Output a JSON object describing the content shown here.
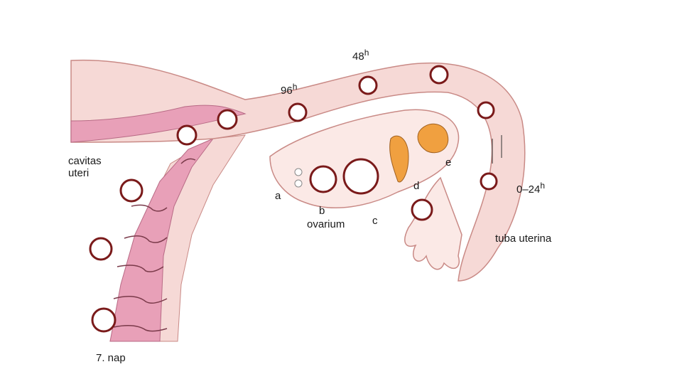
{
  "labels": {
    "cavitas_uteri_1": "cavitas",
    "cavitas_uteri_2": "uteri",
    "day7": "7. nap",
    "a": "a",
    "b": "b",
    "c": "c",
    "d": "d",
    "e": "e",
    "ovarium": "ovarium",
    "tuba_uterina": "tuba uterina",
    "t_48": "48",
    "t_96": "96",
    "t_0_24": "0–24",
    "hour_sup": "h"
  },
  "colors": {
    "uterus_pink": "#e8a0b8",
    "tube_pink": "#f6d9d6",
    "tube_outline": "#c98a86",
    "cell_ring": "#7a1a1a",
    "corpus_orange": "#f0a040"
  }
}
